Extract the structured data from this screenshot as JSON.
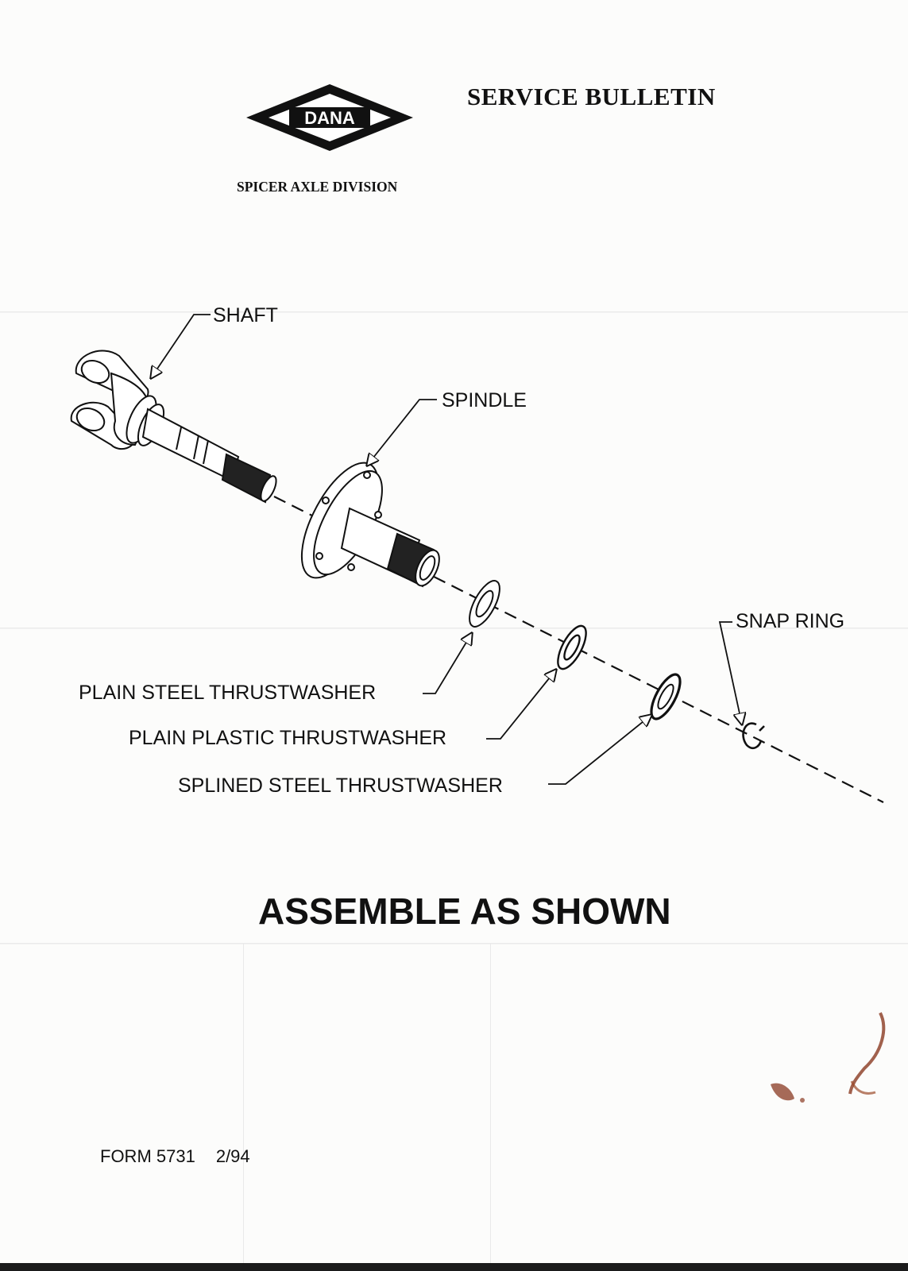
{
  "header": {
    "logo_text": "DANA",
    "title": "SERVICE BULLETIN",
    "division": "SPICER AXLE DIVISION"
  },
  "diagram": {
    "labels": {
      "shaft": "SHAFT",
      "spindle": "SPINDLE",
      "snap_ring": "SNAP RING",
      "plain_steel": "PLAIN STEEL THRUSTWASHER",
      "plain_plastic": "PLAIN PLASTIC THRUSTWASHER",
      "splined_steel": "SPLINED STEEL THRUSTWASHER"
    }
  },
  "instruction": "ASSEMBLE AS SHOWN",
  "footer": {
    "form": "FORM 5731",
    "date": "2/94"
  }
}
